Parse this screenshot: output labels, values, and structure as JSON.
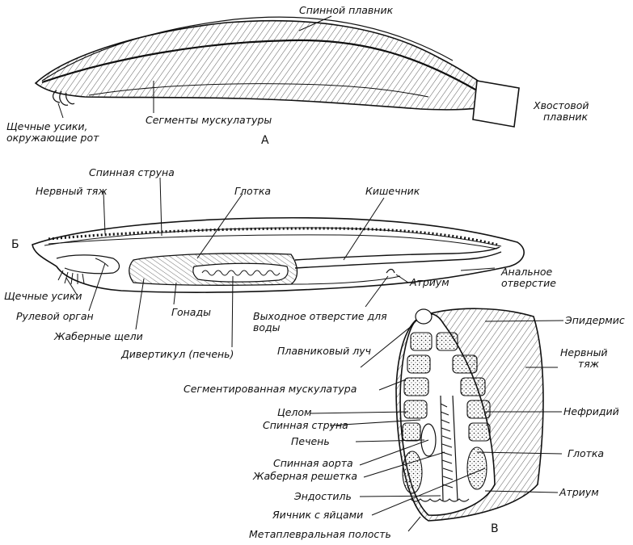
{
  "figure_a": {
    "letter": "А",
    "labels": {
      "dorsal_fin": "Спинной плавник",
      "tail_fin_1": "Хвостовой",
      "tail_fin_2": "плавник",
      "cirri_1": "Щечные усики,",
      "cirri_2": "окружающие рот",
      "segments": "Сегменты мускулатуры"
    }
  },
  "figure_b": {
    "letter": "Б",
    "labels": {
      "notochord": "Спинная струна",
      "nerve_cord": "Нервный тяж",
      "pharynx": "Глотка",
      "intestine": "Кишечник",
      "anus_1": "Анальное",
      "anus_2": "отверстие",
      "atrium": "Атриум",
      "atriopore_1": "Выходное отверстие для",
      "atriopore_2": "воды",
      "cirri": "Щечные усики",
      "wheel_organ": "Рулевой орган",
      "gill_slits": "Жаберные щели",
      "gonads": "Гонады",
      "diverticulum": "Дивертикул (печень)"
    }
  },
  "figure_c": {
    "letter": "В",
    "labels": {
      "fin_ray": "Плавниковый луч",
      "segmented_muscle": "Сегментированная мускулатура",
      "coelom": "Целом",
      "notochord": "Спинная струна",
      "liver": "Печень",
      "dorsal_aorta": "Спинная аорта",
      "gill_lattice": "Жаберная решетка",
      "endostyle": "Эндостиль",
      "ovary": "Яичник с яйцами",
      "metapleural": "Метаплевральная полость",
      "epidermis": "Эпидермис",
      "nerve_cord_1": "Нервный",
      "nerve_cord_2": "тяж",
      "nephridium": "Нефридий",
      "pharynx": "Глотка",
      "atrium": "Атриум"
    }
  }
}
